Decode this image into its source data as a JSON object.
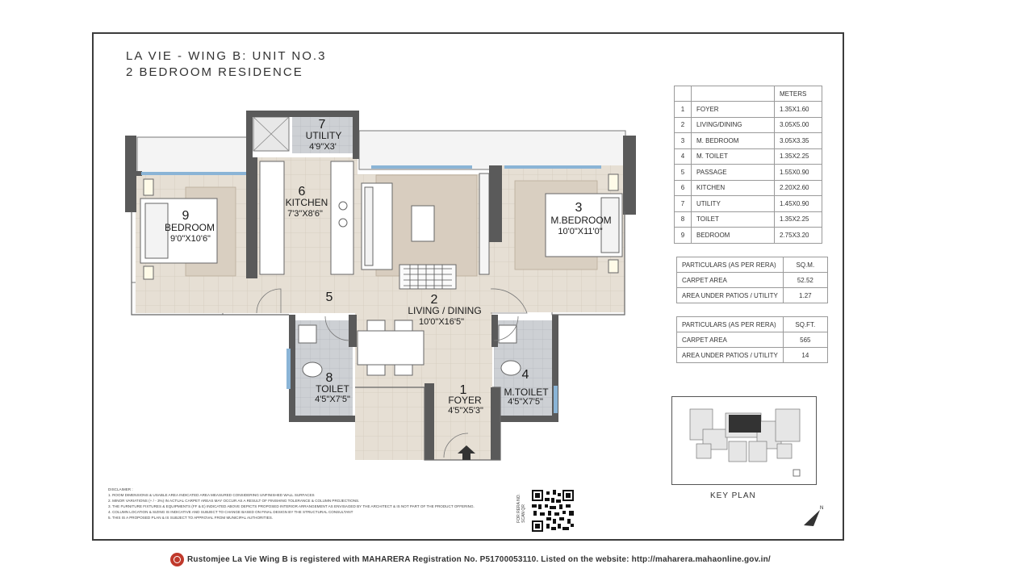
{
  "title": {
    "line1": "LA VIE - WING B: UNIT NO.3",
    "line2": "2 BEDROOM RESIDENCE"
  },
  "rooms_table": {
    "header": "METERS",
    "rows": [
      {
        "no": "1",
        "name": "FOYER",
        "size": "1.35X1.60"
      },
      {
        "no": "2",
        "name": "LIVING/DINING",
        "size": "3.05X5.00"
      },
      {
        "no": "3",
        "name": "M. BEDROOM",
        "size": "3.05X3.35"
      },
      {
        "no": "4",
        "name": "M. TOILET",
        "size": "1.35X2.25"
      },
      {
        "no": "5",
        "name": "PASSAGE",
        "size": "1.55X0.90"
      },
      {
        "no": "6",
        "name": "KITCHEN",
        "size": "2.20X2.60"
      },
      {
        "no": "7",
        "name": "UTILITY",
        "size": "1.45X0.90"
      },
      {
        "no": "8",
        "name": "TOILET",
        "size": "1.35X2.25"
      },
      {
        "no": "9",
        "name": "BEDROOM",
        "size": "2.75X3.20"
      }
    ]
  },
  "area_sqm": {
    "header_label": "PARTICULARS (AS PER RERA)",
    "header_unit": "SQ.M.",
    "rows": [
      {
        "label": "CARPET AREA",
        "value": "52.52"
      },
      {
        "label": "AREA UNDER PATIOS / UTILITY",
        "value": "1.27"
      }
    ]
  },
  "area_sqft": {
    "header_label": "PARTICULARS (AS PER RERA)",
    "header_unit": "SQ.FT.",
    "rows": [
      {
        "label": "CARPET AREA",
        "value": "565"
      },
      {
        "label": "AREA UNDER PATIOS / UTILITY",
        "value": "14"
      }
    ]
  },
  "plan_labels": {
    "utility": {
      "no": "7",
      "name": "UTILITY",
      "dim": "4'9\"X3'"
    },
    "kitchen": {
      "no": "6",
      "name": "KITCHEN",
      "dim": "7'3\"X8'6\""
    },
    "bedroom": {
      "no": "9",
      "name": "BEDROOM",
      "dim": "9'0\"X10'6\""
    },
    "master_bedroom": {
      "no": "3",
      "name": "M.BEDROOM",
      "dim": "10'0\"X11'0\""
    },
    "passage": {
      "no": "5"
    },
    "living": {
      "no": "2",
      "name": "LIVING / DINING",
      "dim": "10'0\"X16'5\""
    },
    "toilet": {
      "no": "8",
      "name": "TOILET",
      "dim": "4'5\"X7'5\""
    },
    "foyer": {
      "no": "1",
      "name": "FOYER",
      "dim": "4'5\"X5'3\""
    },
    "master_toilet": {
      "no": "4",
      "name": "M.TOILET",
      "dim": "4'5\"X7'5\""
    }
  },
  "key_plan_label": "KEY PLAN",
  "disclaimer": {
    "heading": "DISCLAIMER :",
    "lines": [
      "1. ROOM DIMENSIONS & USABLE AREA INDICATED AREA MEASURED CONSIDERING UNFINISHED WALL SURFACES",
      "2. MINOR VARIATIONS (+ / - 3%) IN ACTUAL CARPET AREAS MAY OCCUR AS A RESULT OF FINISHING TOLERANCE & COLUMN PROJECTIONS.",
      "3. THE FURNITURE FIXTURES & EQUIPMENTS (FF & E) INDICATED ABOVE DEPICTS PROPOSED INTERIOR ARRANGEMENT AS ENVISAGED BY THE ARCHITECT & IS NOT PART OF THE PRODUCT OFFERING.",
      "4. COLUMN LOCATION & SIZING IS INDICATIVE AND SUBJECT TO CHANGE BASED ON FINAL DESIGN BY THE STRUCTURAL CONSULTANT",
      "5. THIS IS A PROPOSED PLAN & IS SUBJECT TO APPROVAL FROM MUNICIPAL AUTHORITIES."
    ]
  },
  "qr_label": {
    "line1": "FOR RERA NO.",
    "line2": "SCAN QR"
  },
  "footer": "Rustomjee La Vie Wing B is registered with MAHARERA Registration No. P51700053110. Listed on the website: http://maharera.mahaonline.gov.in/",
  "colors": {
    "wall": "#5a5a5a",
    "floor_tile": "#e4ddd2",
    "toilet_floor": "#c9ccd0",
    "rug": "#d8cdbf",
    "window": "#8ab4d6",
    "logo": "#c0392b"
  },
  "icons": [
    "north-arrow-icon",
    "entry-arrow-icon",
    "logo-icon",
    "qr-code-icon"
  ]
}
